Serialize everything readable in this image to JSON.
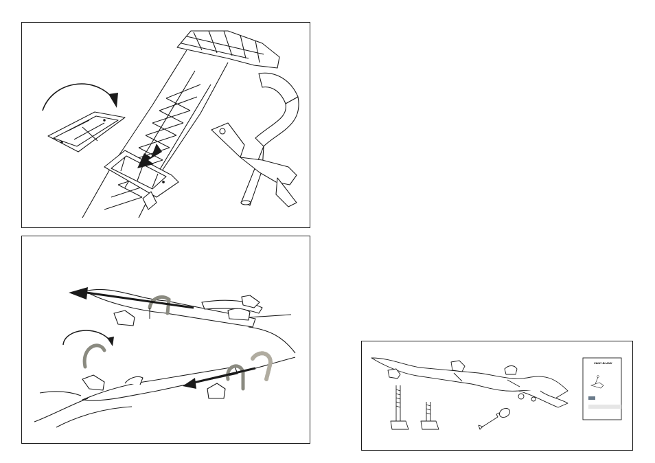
{
  "page": {
    "panels": [
      {
        "id": "install-step-1",
        "description": ""
      },
      {
        "id": "install-step-2",
        "description": ""
      },
      {
        "id": "package-contents",
        "description": ""
      }
    ]
  },
  "contents": {
    "manual_brand": "SWAY BLANK",
    "items": [
      "carrier",
      "t-bolt-long",
      "t-bolt-short",
      "key",
      "manual"
    ]
  },
  "colors": {
    "line": "#1a1a1a",
    "strap": "#8a8a80",
    "strap_ghost": "#b0aca0"
  }
}
